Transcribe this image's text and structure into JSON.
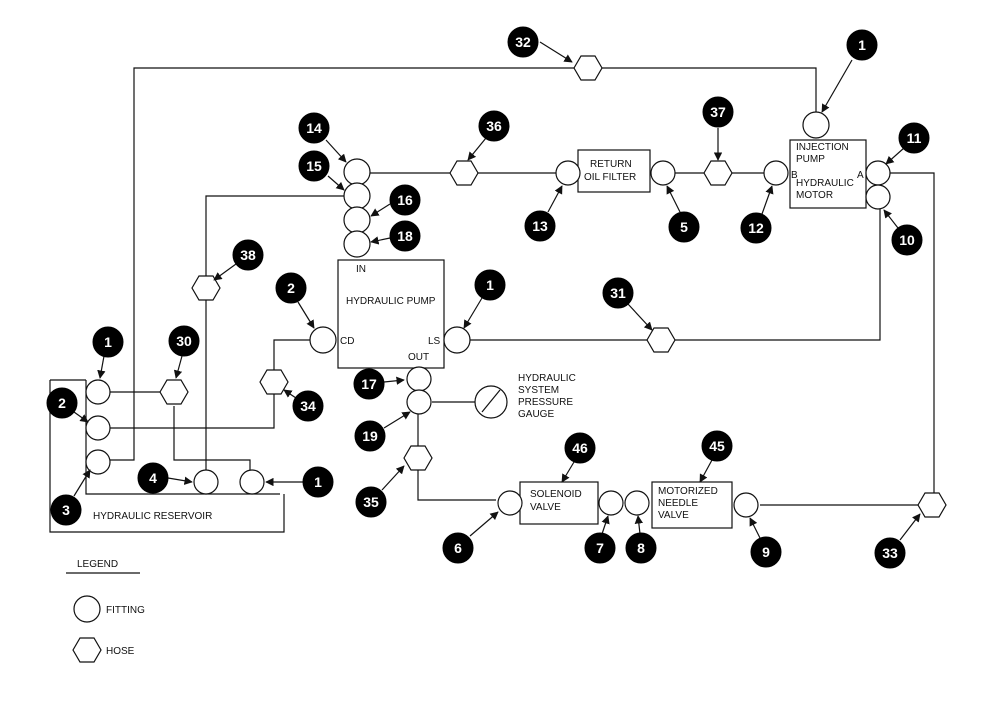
{
  "components": {
    "hydraulic_reservoir": "HYDRAULIC RESERVOIR",
    "hydraulic_pump": "HYDRAULIC PUMP",
    "pump_port_in": "IN",
    "pump_port_out": "OUT",
    "pump_port_cd": "CD",
    "pump_port_ls": "LS",
    "return_oil_filter": [
      "RETURN",
      "OIL FILTER"
    ],
    "injection_pump_motor": [
      "INJECTION",
      "PUMP",
      "HYDRAULIC",
      "MOTOR"
    ],
    "motor_port_a": "A",
    "motor_port_b": "B",
    "solenoid_valve": [
      "SOLENOID",
      "VALVE"
    ],
    "motorized_needle_valve": [
      "MOTORIZED",
      "NEEDLE",
      "VALVE"
    ],
    "pressure_gauge": [
      "HYDRAULIC",
      "SYSTEM",
      "PRESSURE",
      "GAUGE"
    ]
  },
  "callouts": {
    "c32": "32",
    "c1a": "1",
    "c14": "14",
    "c36": "36",
    "c37": "37",
    "c11": "11",
    "c15": "15",
    "c16": "16",
    "c18": "18",
    "c13": "13",
    "c5": "5",
    "c12": "12",
    "c10": "10",
    "c38": "38",
    "c2a": "2",
    "c1b": "1",
    "c31": "31",
    "c1c": "1",
    "c30": "30",
    "c2b": "2",
    "c34": "34",
    "c17": "17",
    "c19": "19",
    "c46": "46",
    "c45": "45",
    "c4": "4",
    "c1d": "1",
    "c3": "3",
    "c35": "35",
    "c6": "6",
    "c7": "7",
    "c8": "8",
    "c9": "9",
    "c33": "33"
  },
  "legend": {
    "title": "LEGEND",
    "fitting": "FITTING",
    "hose": "HOSE"
  }
}
